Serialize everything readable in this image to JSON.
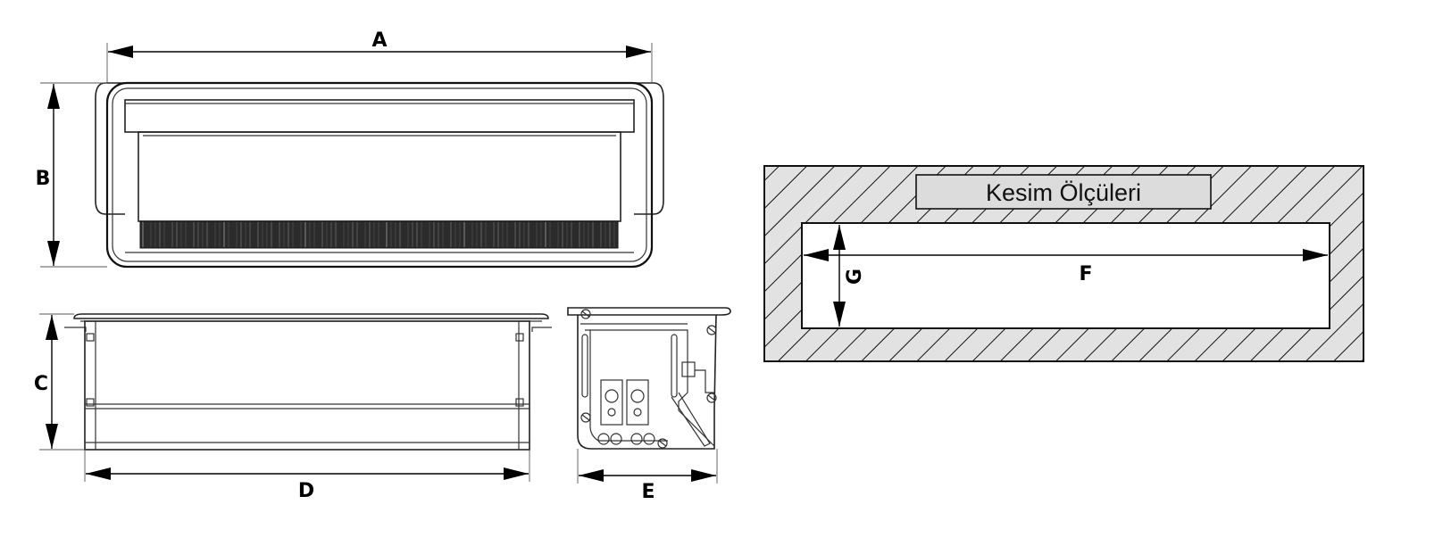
{
  "labels": {
    "a": "A",
    "b": "B",
    "c": "C",
    "d": "D",
    "e": "E",
    "f": "F",
    "g": "G"
  },
  "cutout": {
    "title": "Kesim Ölçüleri"
  },
  "colors": {
    "line": "#222222",
    "brush": "#2b2b2b",
    "hatch_fill": "#e2e2e2",
    "title_box": "#dcdcdc"
  }
}
